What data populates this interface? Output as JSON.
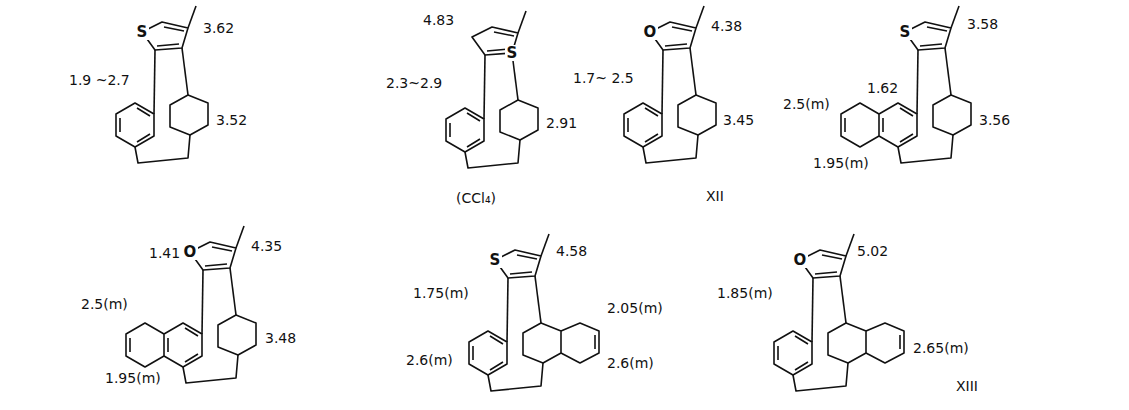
{
  "diagram": {
    "labels": [
      "S",
      "3.62",
      "1.9 ~2.7",
      "3.52",
      "4.83",
      "S",
      "2.3~2.9",
      "2.91",
      "(CCl₄)",
      "O",
      "4.38",
      "1.7~ 2.5",
      "3.45",
      "XII",
      "S",
      "3.58",
      "2.5(m)",
      "1.62",
      "1.95(m)",
      "3.56",
      "O",
      "4.35",
      "2.5(m)",
      "1.41",
      "1.95(m)",
      "3.48",
      "S",
      "4.58",
      "1.75(m)",
      "2.05(m)",
      "2.6(m)",
      "2.6(m)",
      "O",
      "5.02",
      "1.85(m)",
      "2.65(m)",
      "XIII"
    ]
  }
}
